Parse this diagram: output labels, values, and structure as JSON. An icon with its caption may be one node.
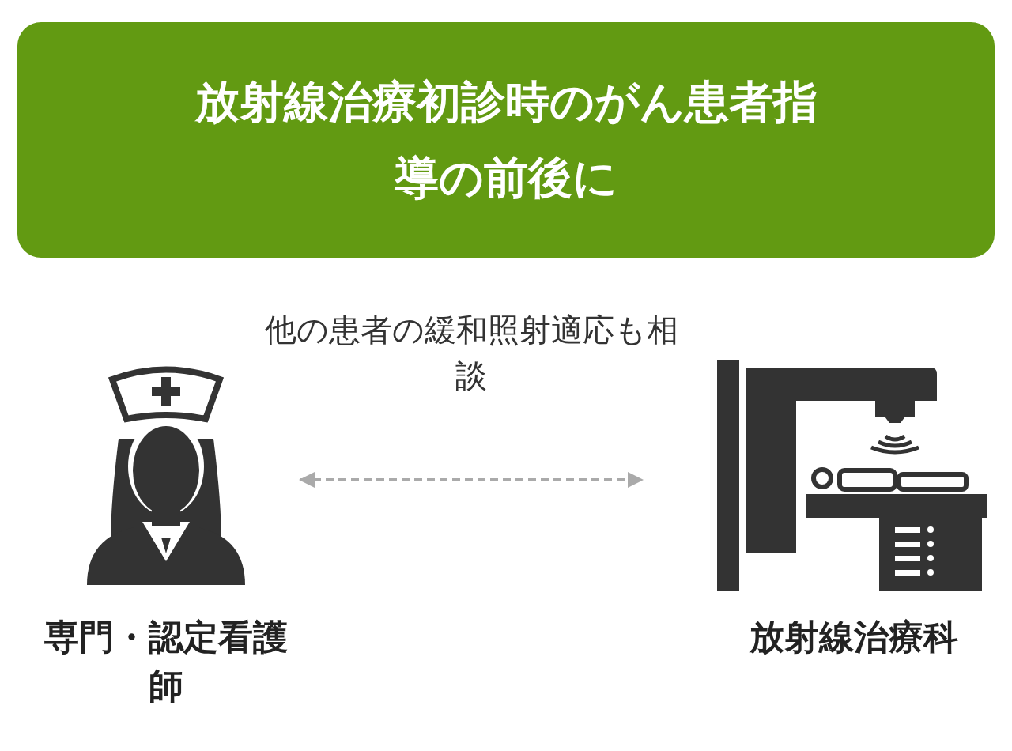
{
  "diagram": {
    "title": "放射線治療初診時のがん患者指導の前後に",
    "nodes": [
      {
        "text": [
          "専門・認定看護師"
        ]
      },
      {
        "text": [
          "放射線治療科"
        ]
      }
    ],
    "edges": [
      {
        "from": 0,
        "to": 1,
        "arrow": "both",
        "style": "dashed",
        "color": "#aaaaaa",
        "label": "他の患者の緩和照射適応も相談"
      }
    ]
  }
}
